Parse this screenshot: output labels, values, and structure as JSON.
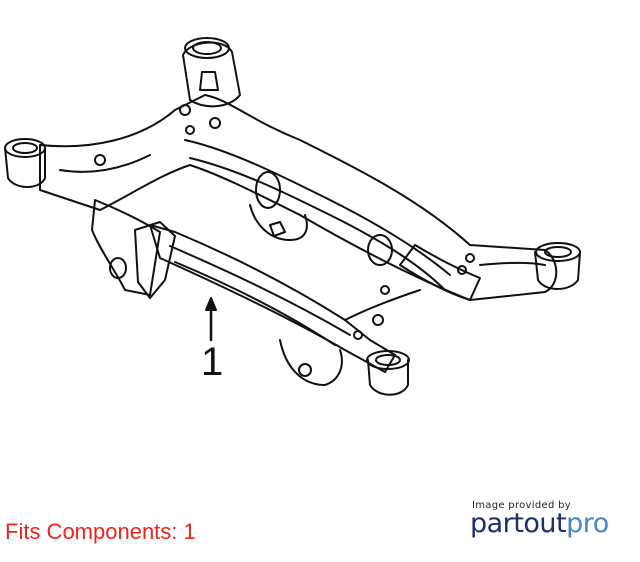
{
  "diagram": {
    "callout_number": "1"
  },
  "footer": {
    "fits_components": "Fits Components: 1",
    "provided_by": "Image provided by",
    "brand_part1": "partout",
    "brand_part2": "pro"
  },
  "colors": {
    "fits_text": "#e8251f",
    "brand_dark": "#1d2f6f",
    "brand_light": "#4a86c5",
    "line_art": "#111111"
  }
}
